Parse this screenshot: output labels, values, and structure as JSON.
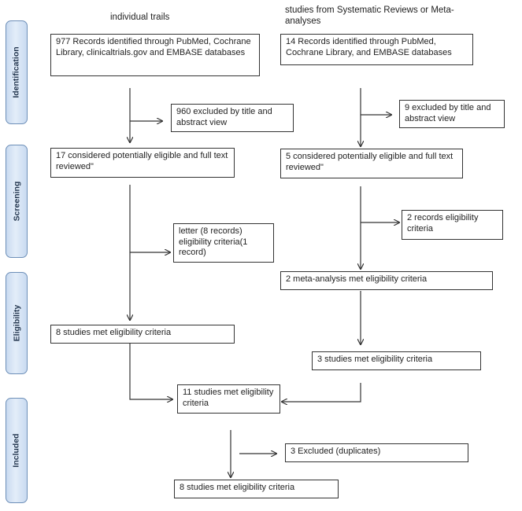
{
  "column_headers": {
    "individual": "individual trails",
    "reviews": "studies from Systematic Reviews or Meta-\nanalyses"
  },
  "phases": {
    "identification": "Identification",
    "screening": "Screening",
    "eligibility": "Eligibility",
    "included": "Included"
  },
  "left": {
    "identified": "977 Records identified through PubMed, Cochrane Library, clinicaltrials.gov and EMBASE databases",
    "excluded_title": "960 excluded by title and abstract view",
    "considered": "17 considered potentially eligible and full text reviewed\"",
    "excluded_letter": "letter (8 records)\neligibility criteria(1 record)",
    "met": "8 studies met eligibility criteria"
  },
  "right": {
    "identified": "14 Records identified through PubMed, Cochrane Library, and EMBASE databases",
    "excluded_title": "9 excluded by title and abstract view",
    "considered": "5 considered potentially eligible and full text reviewed\"",
    "excluded_records": "2 records eligibility criteria",
    "meta_met": "2 meta-analysis met eligibility criteria",
    "studies_met": "3 studies met eligibility criteria"
  },
  "combined": {
    "met": "11 studies met eligibility criteria",
    "duplicates": "3 Excluded (duplicates)",
    "final": "8 studies met eligibility criteria"
  },
  "colors": {
    "phase_fill": "#c9daf0",
    "phase_border": "#6d8fb8",
    "line": "#333333"
  }
}
